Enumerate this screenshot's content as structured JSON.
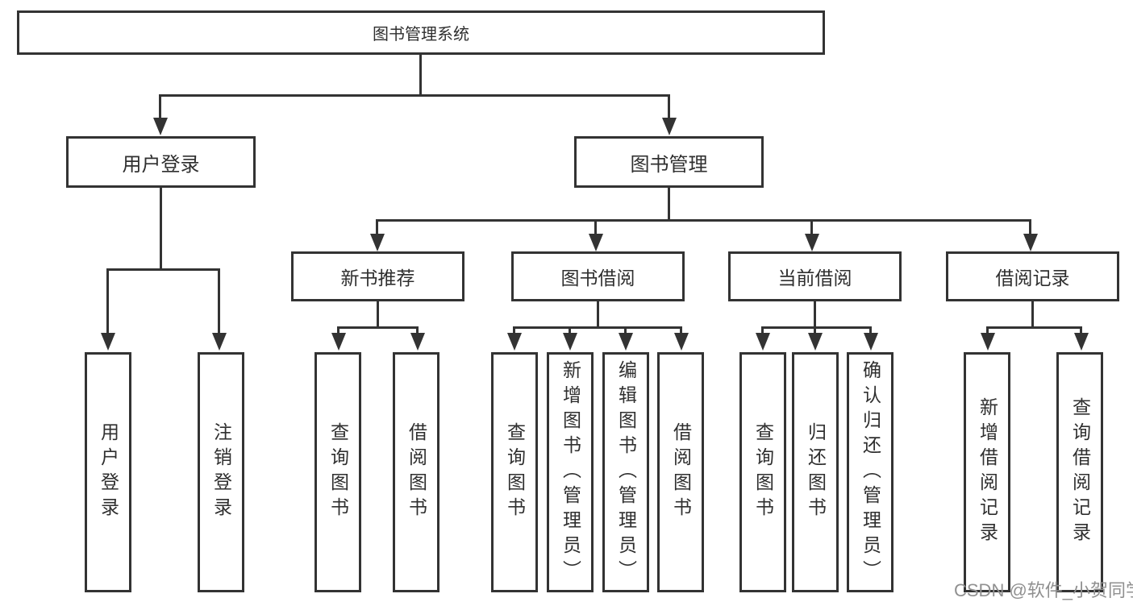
{
  "tree": {
    "root_label": "图书管理系统",
    "branches": [
      {
        "label": "用户登录",
        "children": [
          "用户登录",
          "注销登录"
        ]
      },
      {
        "label": "图书管理",
        "groups": [
          {
            "label": "新书推荐",
            "children": [
              "查询图书",
              "借阅图书"
            ]
          },
          {
            "label": "图书借阅",
            "children": [
              "查询图书",
              "新增图书（管理员）",
              "编辑图书（管理员）",
              "借阅图书"
            ]
          },
          {
            "label": "当前借阅",
            "children": [
              "查询图书",
              "归还图书",
              "确认归还（管理员）"
            ]
          },
          {
            "label": "借阅记录",
            "children": [
              "新增借阅记录",
              "查询借阅记录"
            ]
          }
        ]
      }
    ]
  },
  "watermark": {
    "text": "CSDN @软件_小贺同学"
  },
  "colors": {
    "line": "#333333",
    "text": "#2f2f2f",
    "box_background": "#ffffff",
    "watermark": "#909090",
    "background": "#ffffff"
  }
}
